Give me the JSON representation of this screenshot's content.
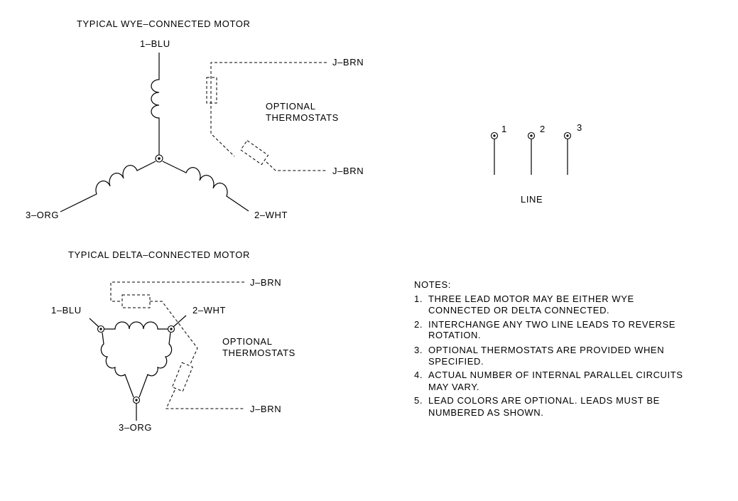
{
  "wye": {
    "title": "TYPICAL WYE–CONNECTED MOTOR",
    "lead1": "1–BLU",
    "lead2": "2–WHT",
    "lead3": "3–ORG",
    "thermo_lead_top": "J–BRN",
    "thermo_lead_bottom": "J–BRN",
    "thermo_label_line1": "OPTIONAL",
    "thermo_label_line2": "THERMOSTATS"
  },
  "delta": {
    "title": "TYPICAL DELTA–CONNECTED MOTOR",
    "lead1": "1–BLU",
    "lead2": "2–WHT",
    "lead3": "3–ORG",
    "thermo_lead_top": "J–BRN",
    "thermo_lead_bottom": "J–BRN",
    "thermo_label_line1": "OPTIONAL",
    "thermo_label_line2": "THERMOSTATS"
  },
  "line": {
    "terminals": [
      "1",
      "2",
      "3"
    ],
    "label": "LINE"
  },
  "notes": {
    "heading": "NOTES:",
    "items": [
      {
        "num": "1.",
        "line1": "THREE LEAD MOTOR MAY BE EITHER WYE",
        "line2": "CONNECTED OR DELTA CONNECTED."
      },
      {
        "num": "2.",
        "line1": "INTERCHANGE ANY TWO LINE LEADS TO REVERSE",
        "line2": "ROTATION."
      },
      {
        "num": "3.",
        "line1": "OPTIONAL THERMOSTATS ARE PROVIDED WHEN",
        "line2": "SPECIFIED."
      },
      {
        "num": "4.",
        "line1": "ACTUAL NUMBER OF INTERNAL PARALLEL CIRCUITS",
        "line2": "MAY VARY."
      },
      {
        "num": "5.",
        "line1": "LEAD COLORS ARE OPTIONAL.  LEADS MUST BE",
        "line2": "NUMBERED AS SHOWN."
      }
    ]
  }
}
